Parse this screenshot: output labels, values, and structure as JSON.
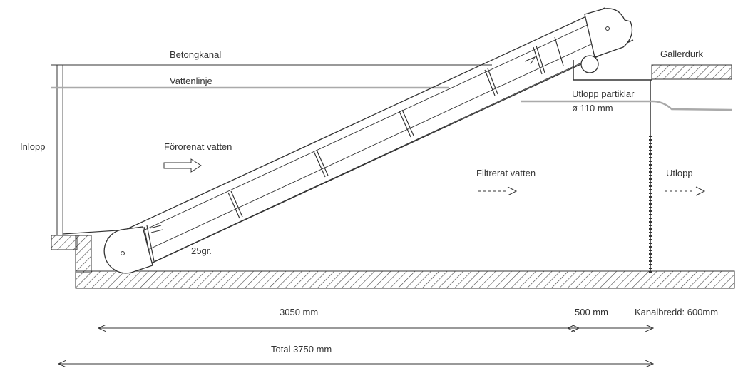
{
  "labels": {
    "concrete_channel": "Betongkanal",
    "water_line": "Vattenlinje",
    "grating": "Gallerdurk",
    "particle_outlet_line1": "Utlopp partiklar",
    "particle_outlet_line2": "ø 110 mm",
    "inlet": "Inlopp",
    "contaminated_water": "Förorenat vatten",
    "filtered_water": "Filtrerat vatten",
    "outlet": "Utlopp",
    "angle": "25gr."
  },
  "dimensions": {
    "screen_length": "3050 mm",
    "outlet_length": "500 mm",
    "channel_width": "Kanalbredd: 600mm",
    "total_length": "Total 3750 mm"
  },
  "colors": {
    "line": "#333333",
    "water_line": "#aaaaaa",
    "hatch": "#444444"
  }
}
